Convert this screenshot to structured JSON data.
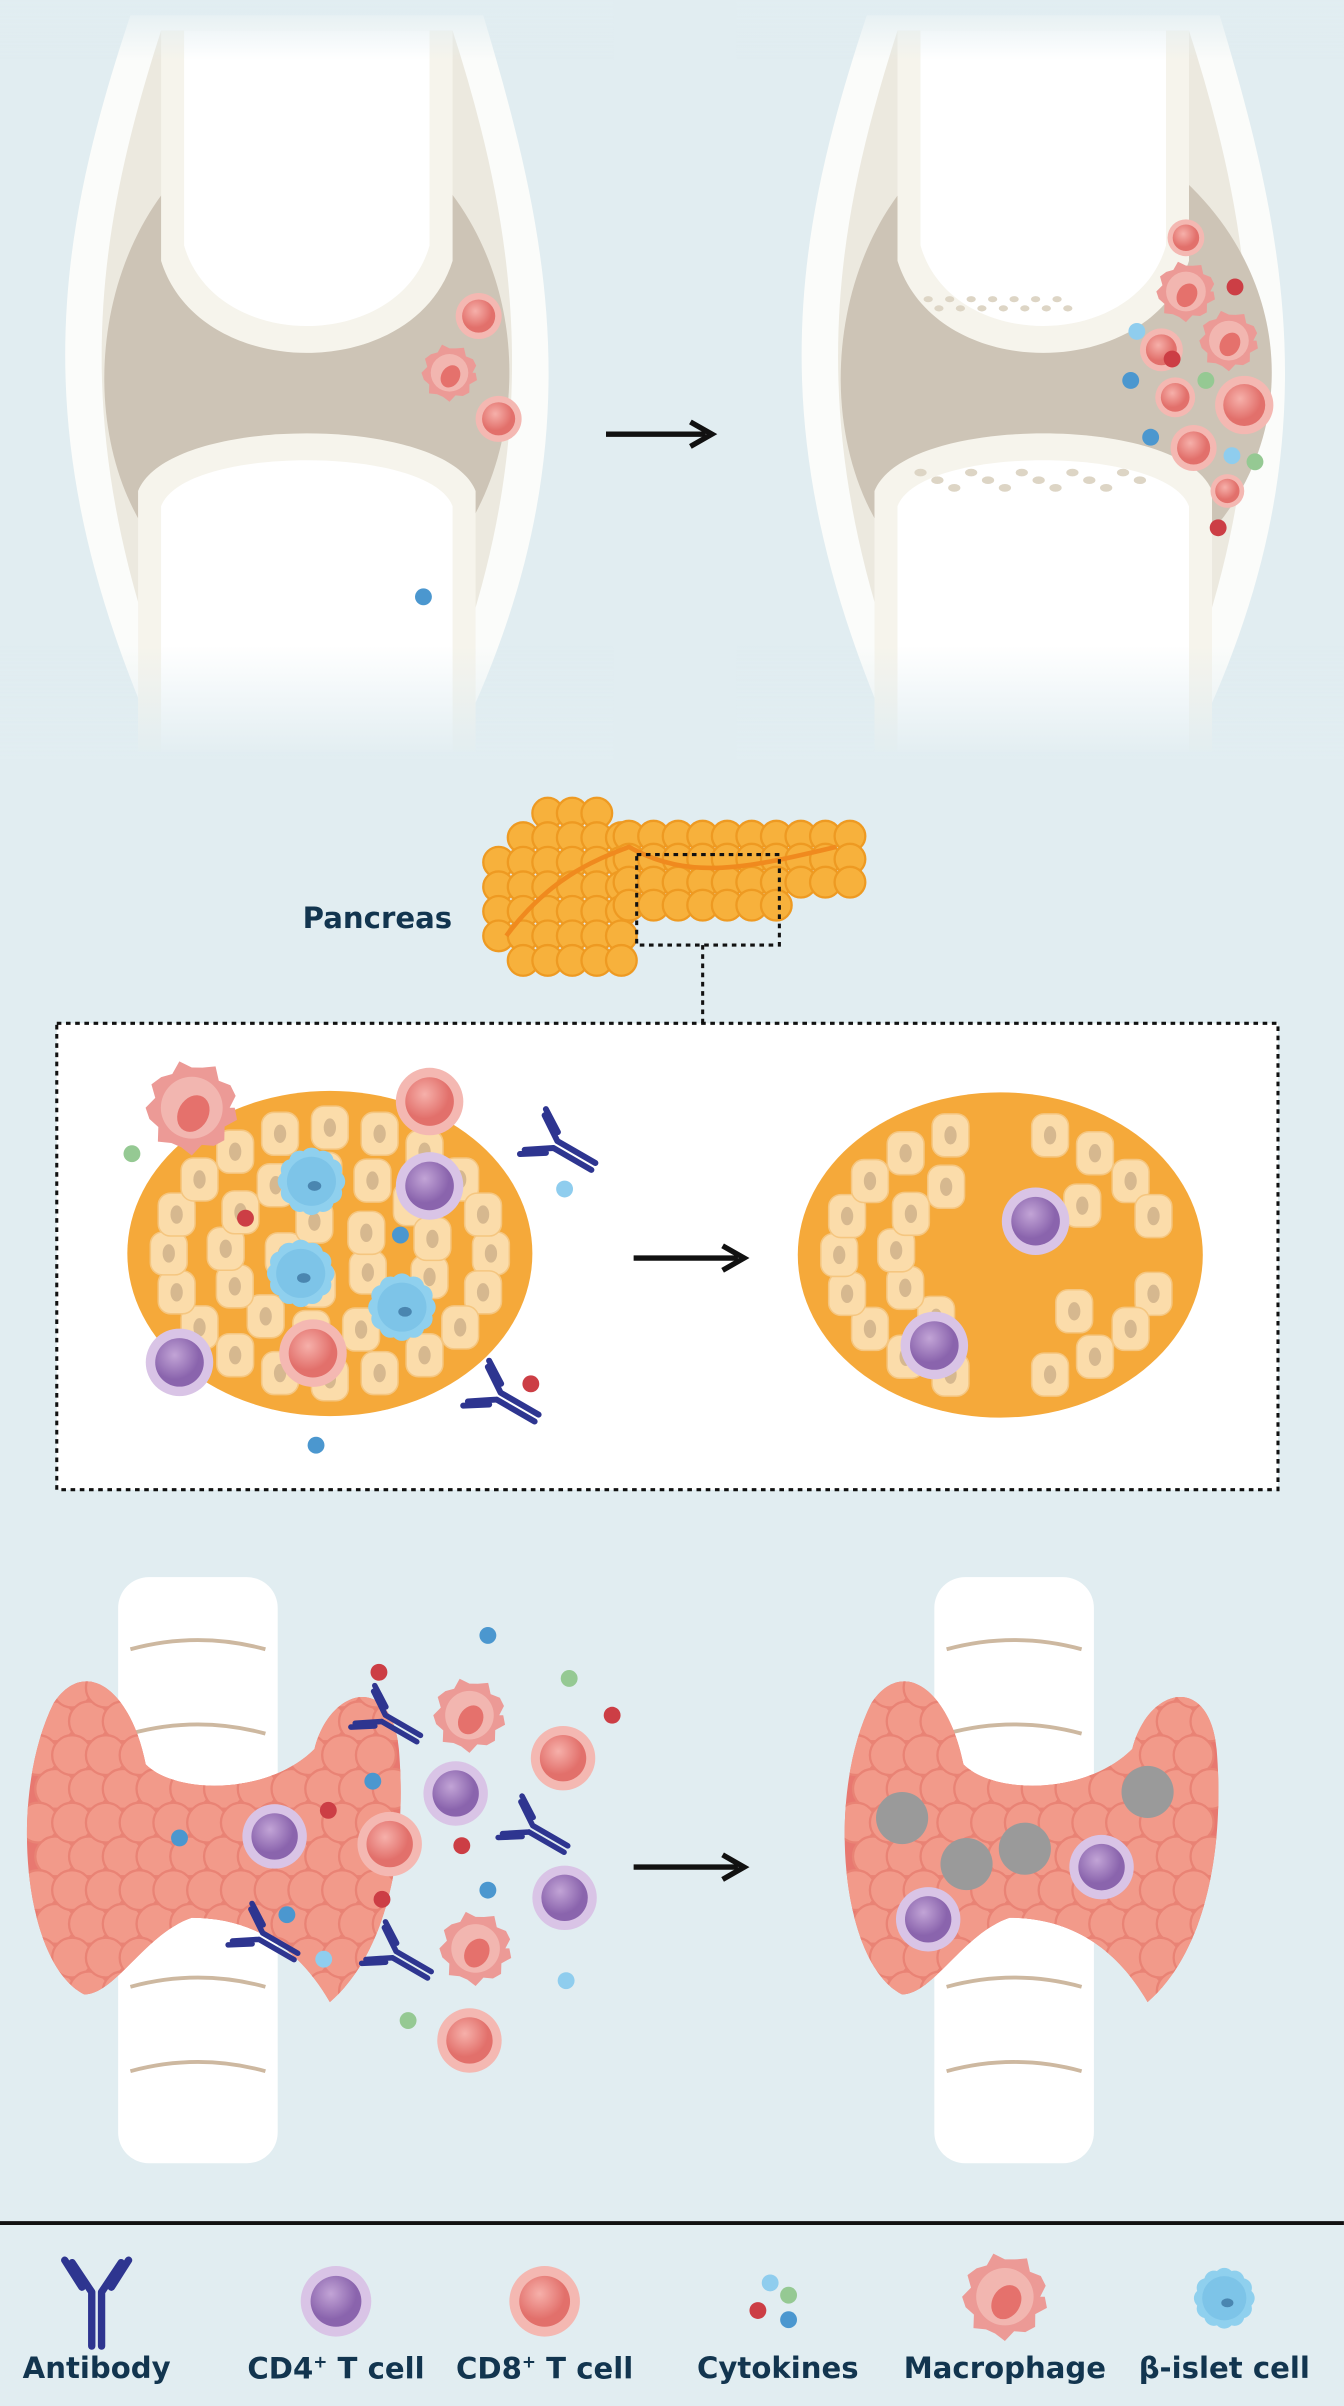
{
  "pancreas_label": "Pancreas",
  "legend": [
    {
      "icon": "antibody-icon",
      "label": "Antibody"
    },
    {
      "icon": "cd4-t-cell-icon",
      "label": "CD4",
      "sup": "+",
      "suffix": " T cell"
    },
    {
      "icon": "cd8-t-cell-icon",
      "label": "CD8",
      "sup": "+",
      "suffix": " T cell"
    },
    {
      "icon": "cytokines-icon",
      "label": "Cytokines"
    },
    {
      "icon": "macrophage-icon",
      "label": "Macrophage"
    },
    {
      "icon": "beta-islet-cell-icon",
      "label": "β-islet cell"
    }
  ],
  "colors": {
    "background": "#e1edf1",
    "cd4": "#9b77b8",
    "cd8": "#e8807a",
    "antibody": "#2e3590",
    "islet": "#f5a93a",
    "thyroid": "#ef8f80"
  }
}
